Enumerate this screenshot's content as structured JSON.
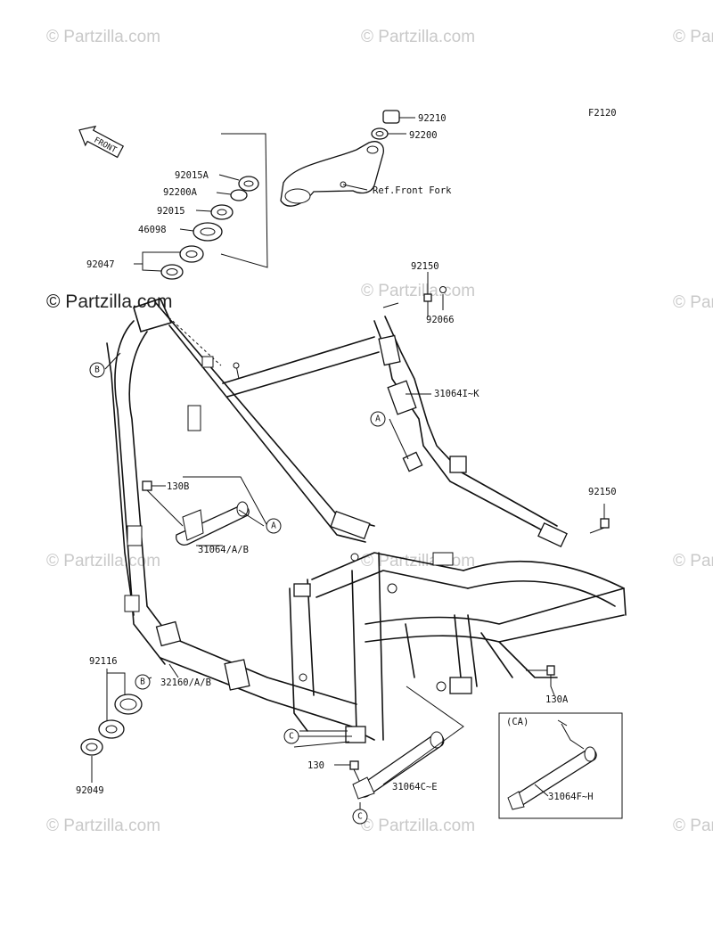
{
  "figure_code": "F2120",
  "front_arrow_label": "FRONT",
  "watermark": {
    "text": "© Partzilla.com",
    "prominent_text": "© Partzilla.com"
  },
  "part_labels": {
    "p92210": "92210",
    "p92200": "92200",
    "ref_front_fork": "Ref.Front Fork",
    "p92015A": "92015A",
    "p92200A": "92200A",
    "p92015": "92015",
    "p46098": "46098",
    "p92047": "92047",
    "p92150_top": "92150",
    "p92066": "92066",
    "p31064IK": "31064I~K",
    "p130B": "130B",
    "p31064AB": "31064/A/B",
    "p92150_right": "92150",
    "p92116": "92116",
    "p32160AB": "32160/A/B",
    "p92049": "92049",
    "p130A": "130A",
    "p130": "130",
    "p31064CE": "31064C~E",
    "variant_tag": "(CA)",
    "p31064FH": "31064F~H"
  },
  "callouts": {
    "A": "A",
    "B": "B",
    "C": "C"
  }
}
